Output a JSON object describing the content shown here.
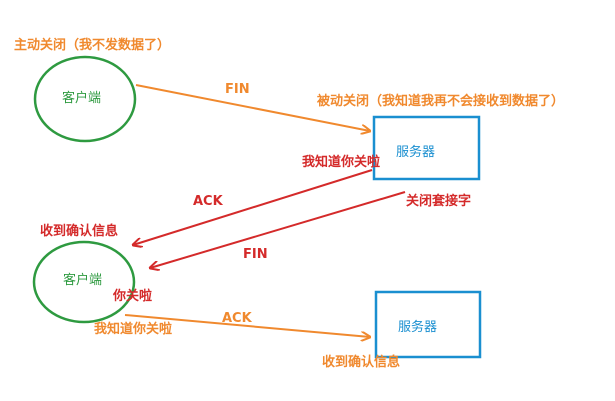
{
  "nodes": {
    "client_top": {
      "label": "客户端"
    },
    "server_top": {
      "label": "服务器"
    },
    "client_bottom": {
      "label": "客户端"
    },
    "server_bottom": {
      "label": "服务器"
    }
  },
  "labels": {
    "active_close": "主动关闭（我不发数据了）",
    "fin_1": "FIN",
    "passive_close": "被动关闭（我知道我再不会接收到数据了）",
    "know_closed_server": "我知道你关啦",
    "close_socket": "关闭套接字",
    "ack_1": "ACK",
    "received_confirm_client": "收到确认信息",
    "fin_2": "FIN",
    "you_closed": "你关啦",
    "ack_2": "ACK",
    "know_closed_client": "我知道你关啦",
    "received_confirm_server": "收到确认信息"
  },
  "colors": {
    "green": "#2e9a40",
    "blue": "#1a8fd0",
    "orange": "#f0892e",
    "red": "#d42a2a"
  }
}
